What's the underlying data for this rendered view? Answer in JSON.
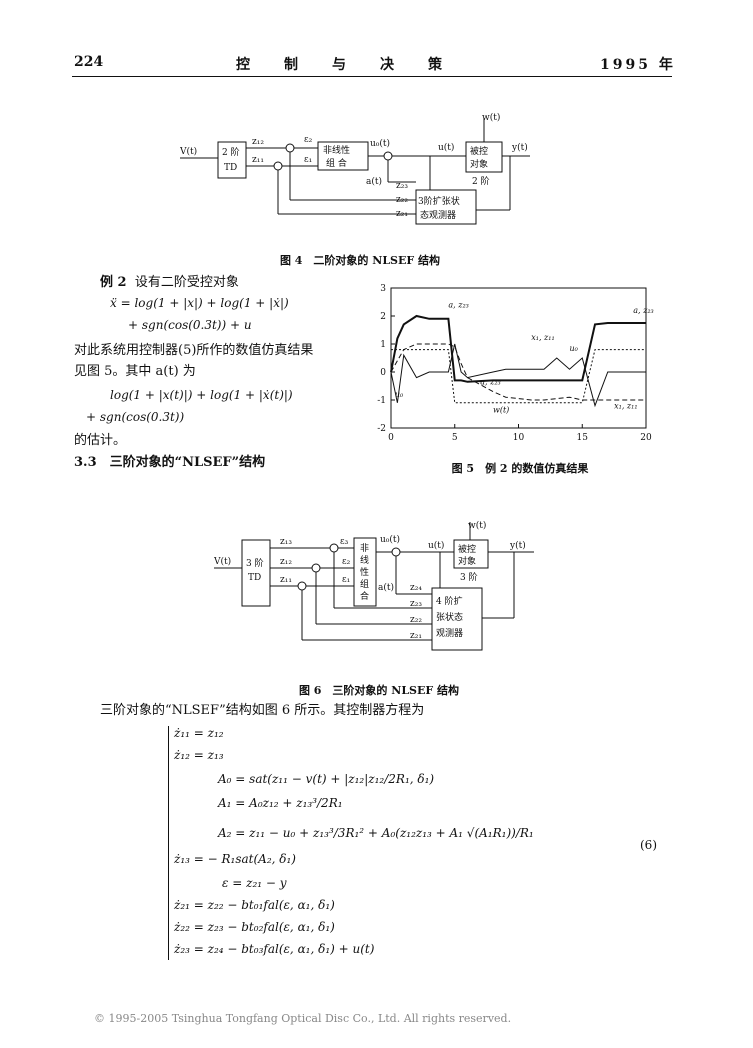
{
  "header": {
    "page_number": "224",
    "journal_title": "控　　制　　与　　决　　策",
    "year": "1995 年"
  },
  "fig4": {
    "caption": "图 4　二阶对象的 NLSEF 结构",
    "labels": {
      "V": "V(t)",
      "td": [
        "2 阶",
        "TD"
      ],
      "z12": "z₁₂",
      "z11": "z₁₁",
      "e2": "ε₂",
      "e1": "ε₁",
      "nl": [
        "非线性",
        "组 合"
      ],
      "u0": "u₀(t)",
      "u": "u(t)",
      "plant": [
        "被控",
        "对象"
      ],
      "plant_order": "2 阶",
      "w": "w(t)",
      "y": "y(t)",
      "a": "a(t)",
      "z23": "z₂₃",
      "z22": "z₂₂",
      "z21": "z₂₁",
      "eso": [
        "3阶扩张状",
        "态观测器"
      ]
    }
  },
  "example2": {
    "title": "例 2",
    "intro": "设有二阶受控对象",
    "eq1": "ẍ = log(1 + |x|) + log(1 + |ẋ|)",
    "eq2": "+ sgn(cos(0.3t)) + u",
    "p1": "对此系统用控制器(5)所作的数值仿真结果",
    "p2": "见图 5。其中 a(t) 为",
    "eq3": "log(1 + |x(t)|) + log(1 + |ẋ(t)|)",
    "eq4": "+ sgn(cos(0.3t))",
    "p3": "的估计。"
  },
  "section": "3.3　三阶对象的“NLSEF”结构",
  "fig5": {
    "caption": "图 5　例 2 的数值仿真结果",
    "annotations": [
      "a, z₂₃",
      "x₁, z₁₁",
      "u₀",
      "u₀",
      "a, z₂₃",
      "w(t)",
      "a, z₂₃",
      "x₁, z₁₁"
    ]
  },
  "chart_data": {
    "type": "line",
    "title": "",
    "xlabel": "",
    "ylabel": "",
    "xlim": [
      0,
      20
    ],
    "ylim": [
      -2,
      3
    ],
    "xticks": [
      "0",
      "5",
      "10",
      "15",
      "20"
    ],
    "yticks": [
      "3",
      "2",
      "1",
      "0",
      "-1",
      "-2"
    ],
    "grid": false,
    "x": [
      0,
      0.5,
      1,
      2,
      3,
      4,
      4.5,
      5,
      5.5,
      6,
      8,
      9,
      10,
      11,
      12,
      13,
      14,
      15,
      16,
      17,
      18,
      19,
      20
    ],
    "series": [
      {
        "name": "a, z₂₃",
        "values": [
          0,
          1.2,
          1.7,
          2.0,
          1.9,
          1.9,
          1.9,
          -0.3,
          -0.3,
          -0.35,
          -0.3,
          -0.3,
          -0.3,
          -0.3,
          -0.3,
          -0.3,
          -0.3,
          -0.3,
          1.7,
          1.75,
          1.75,
          1.75,
          1.75
        ]
      },
      {
        "name": "x₁, z₁₁",
        "values": [
          0,
          0.4,
          0.8,
          1.0,
          1.0,
          1.0,
          1.0,
          0.9,
          0.3,
          -0.2,
          -0.7,
          -0.9,
          -0.95,
          -1.0,
          -1.0,
          -0.95,
          -0.9,
          -1.0,
          -1.0,
          -1.0,
          -1.0,
          -1.0,
          -1.0
        ]
      },
      {
        "name": "w(t)",
        "values": [
          0.8,
          0.8,
          0.8,
          0.8,
          0.8,
          0.8,
          0.8,
          -1.1,
          -1.1,
          -1.1,
          -1.1,
          -1.1,
          -1.1,
          -1.1,
          -1.1,
          -1.1,
          -1.1,
          -1.1,
          0.8,
          0.8,
          0.8,
          0.8,
          0.8
        ]
      },
      {
        "name": "u₀",
        "values": [
          0,
          -1.1,
          0.6,
          -0.2,
          0,
          0,
          0,
          1.0,
          0,
          -0.2,
          0,
          0.1,
          0.1,
          0.1,
          0.1,
          0.5,
          0.1,
          0.5,
          -1.2,
          0,
          0,
          0,
          0
        ]
      }
    ]
  },
  "fig6": {
    "caption": "图 6　三阶对象的 NLSEF 结构",
    "labels": {
      "V": "V(t)",
      "td": [
        "3 阶",
        "TD"
      ],
      "z13": "z₁₃",
      "z12": "z₁₂",
      "z11": "z₁₁",
      "e3": "ε₃",
      "e2": "ε₂",
      "e1": "ε₁",
      "nl": [
        "非",
        "线",
        "性",
        "组",
        "合"
      ],
      "u0": "u₀(t)",
      "u": "u(t)",
      "plant": [
        "被控",
        "对象"
      ],
      "plant_order": "3 阶",
      "w": "w(t)",
      "y": "y(t)",
      "a": "a(t)",
      "z24": "z₂₄",
      "z23": "z₂₃",
      "z22": "z₂₂",
      "z21": "z₂₁",
      "eso": [
        "4 阶扩",
        "张状态",
        "观测器"
      ]
    }
  },
  "body": {
    "line1": "三阶对象的“NLSEF”结构如图 6 所示。其控制器方程为"
  },
  "equations": {
    "e1": "ż₁₁ = z₁₂",
    "e2": "ż₁₂ = z₁₃",
    "e3": "A₀ = sat(z₁₁ − v(t) + |z₁₂|z₁₂/2R₁, δ₁)",
    "e4": "A₁ = A₀z₁₂ + z₁₃³/2R₁",
    "e5": "A₂ = z₁₁ − u₀ + z₁₃³/3R₁² + A₀(z₁₂z₁₃ + A₁ √(A₁R₁))/R₁",
    "e6": "ż₁₃ = − R₁sat(A₂, δ₁)",
    "e7": "ε = z₂₁ − y",
    "e8": "ż₂₁ = z₂₂ − bt₀₁fal(ε, α₁, δ₁)",
    "e9": "ż₂₂ = z₂₃ − bt₀₂fal(ε, α₁, δ₁)",
    "e10": "ż₂₃ = z₂₄ − bt₀₃fal(ε, α₁, δ₁) + u(t)",
    "number": "(6)"
  },
  "footer": "© 1995-2005 Tsinghua Tongfang Optical Disc Co., Ltd.   All rights reserved."
}
